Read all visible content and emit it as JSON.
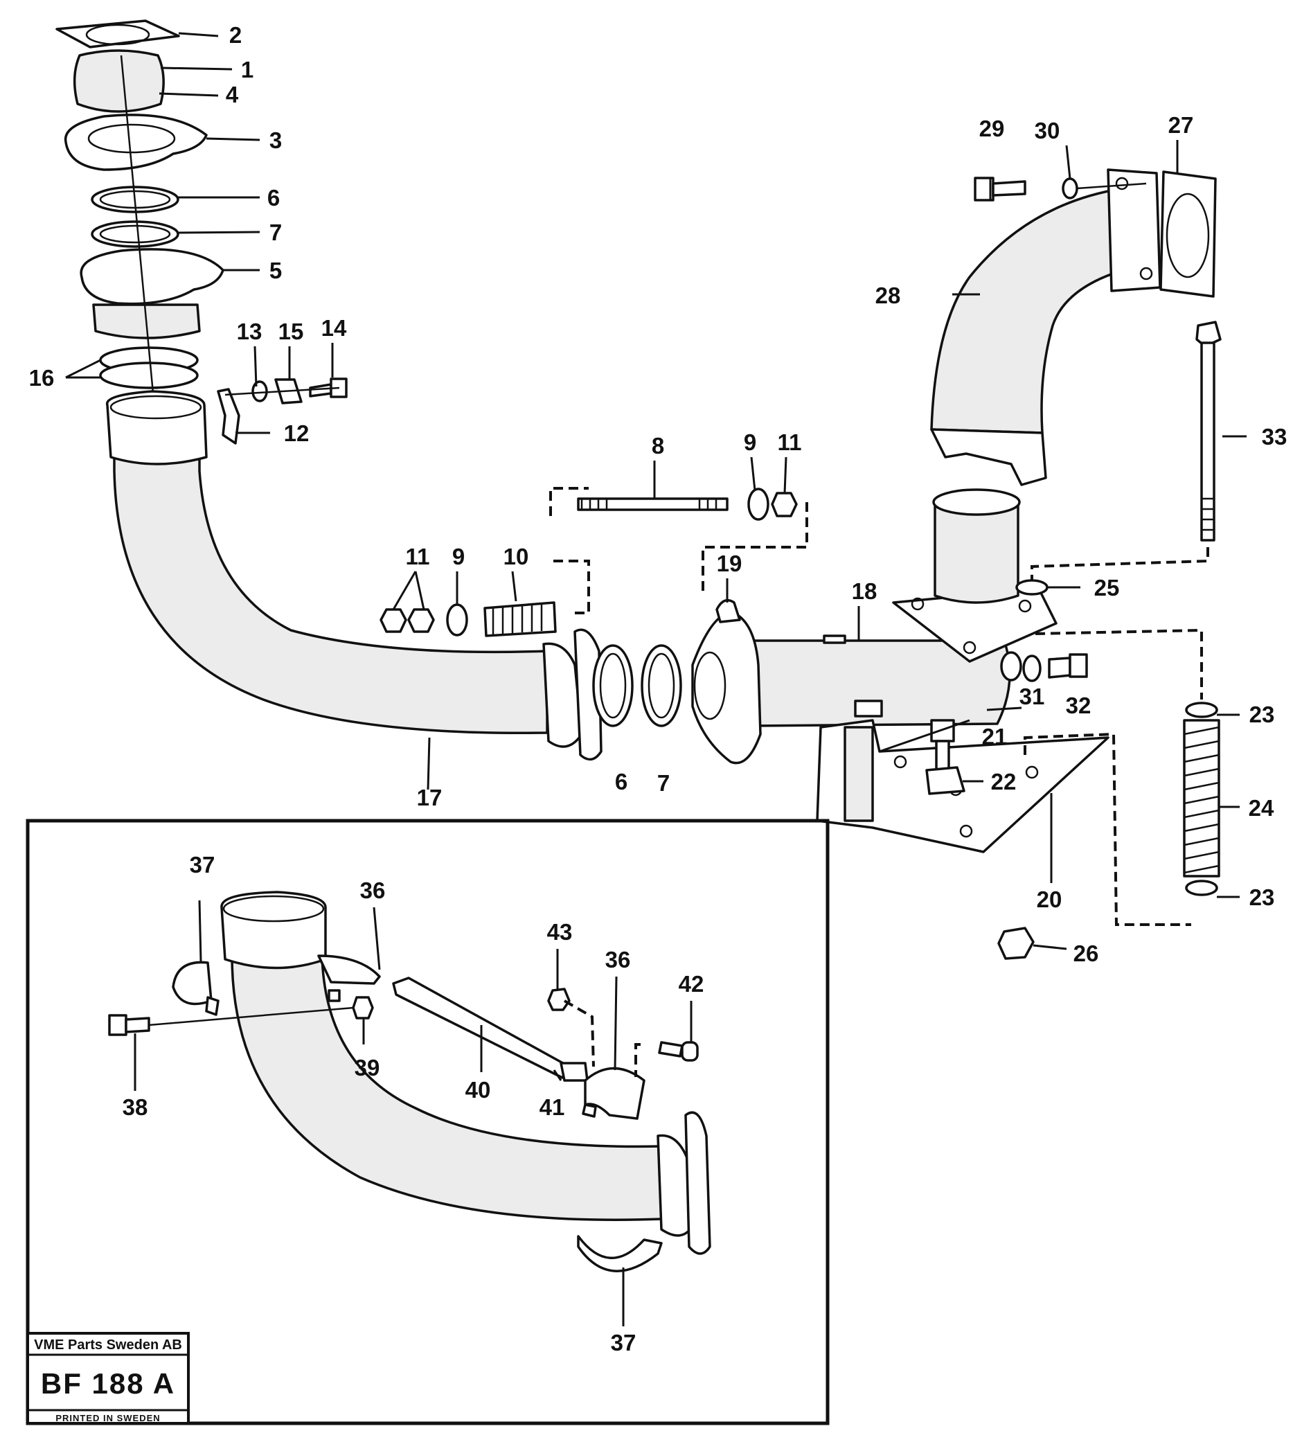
{
  "title_block": {
    "company": "VME Parts Sweden AB",
    "code": "BF 188 A",
    "printed": "PRINTED IN SWEDEN"
  },
  "callouts": [
    {
      "id": "c-2",
      "text": "2"
    },
    {
      "id": "c-1",
      "text": "1"
    },
    {
      "id": "c-4",
      "text": "4"
    },
    {
      "id": "c-3",
      "text": "3"
    },
    {
      "id": "c-6a",
      "text": "6"
    },
    {
      "id": "c-7a",
      "text": "7"
    },
    {
      "id": "c-5",
      "text": "5"
    },
    {
      "id": "c-13",
      "text": "13"
    },
    {
      "id": "c-15",
      "text": "15"
    },
    {
      "id": "c-14",
      "text": "14"
    },
    {
      "id": "c-16",
      "text": "16"
    },
    {
      "id": "c-12",
      "text": "12"
    },
    {
      "id": "c-8",
      "text": "8"
    },
    {
      "id": "c-9a",
      "text": "9"
    },
    {
      "id": "c-11a",
      "text": "11"
    },
    {
      "id": "c-11b",
      "text": "11"
    },
    {
      "id": "c-9b",
      "text": "9"
    },
    {
      "id": "c-10",
      "text": "10"
    },
    {
      "id": "c-19",
      "text": "19"
    },
    {
      "id": "c-18",
      "text": "18"
    },
    {
      "id": "c-17",
      "text": "17"
    },
    {
      "id": "c-6b",
      "text": "6"
    },
    {
      "id": "c-7b",
      "text": "7"
    },
    {
      "id": "c-29",
      "text": "29"
    },
    {
      "id": "c-30",
      "text": "30"
    },
    {
      "id": "c-27",
      "text": "27"
    },
    {
      "id": "c-28",
      "text": "28"
    },
    {
      "id": "c-33",
      "text": "33"
    },
    {
      "id": "c-25",
      "text": "25"
    },
    {
      "id": "c-31",
      "text": "31"
    },
    {
      "id": "c-32",
      "text": "32"
    },
    {
      "id": "c-21",
      "text": "21"
    },
    {
      "id": "c-22",
      "text": "22"
    },
    {
      "id": "c-23a",
      "text": "23"
    },
    {
      "id": "c-24",
      "text": "24"
    },
    {
      "id": "c-20",
      "text": "20"
    },
    {
      "id": "c-23b",
      "text": "23"
    },
    {
      "id": "c-26",
      "text": "26"
    },
    {
      "id": "c-37a",
      "text": "37"
    },
    {
      "id": "c-36a",
      "text": "36"
    },
    {
      "id": "c-43",
      "text": "43"
    },
    {
      "id": "c-36b",
      "text": "36"
    },
    {
      "id": "c-42",
      "text": "42"
    },
    {
      "id": "c-38",
      "text": "38"
    },
    {
      "id": "c-39",
      "text": "39"
    },
    {
      "id": "c-40",
      "text": "40"
    },
    {
      "id": "c-41",
      "text": "41"
    },
    {
      "id": "c-37b",
      "text": "37"
    }
  ]
}
